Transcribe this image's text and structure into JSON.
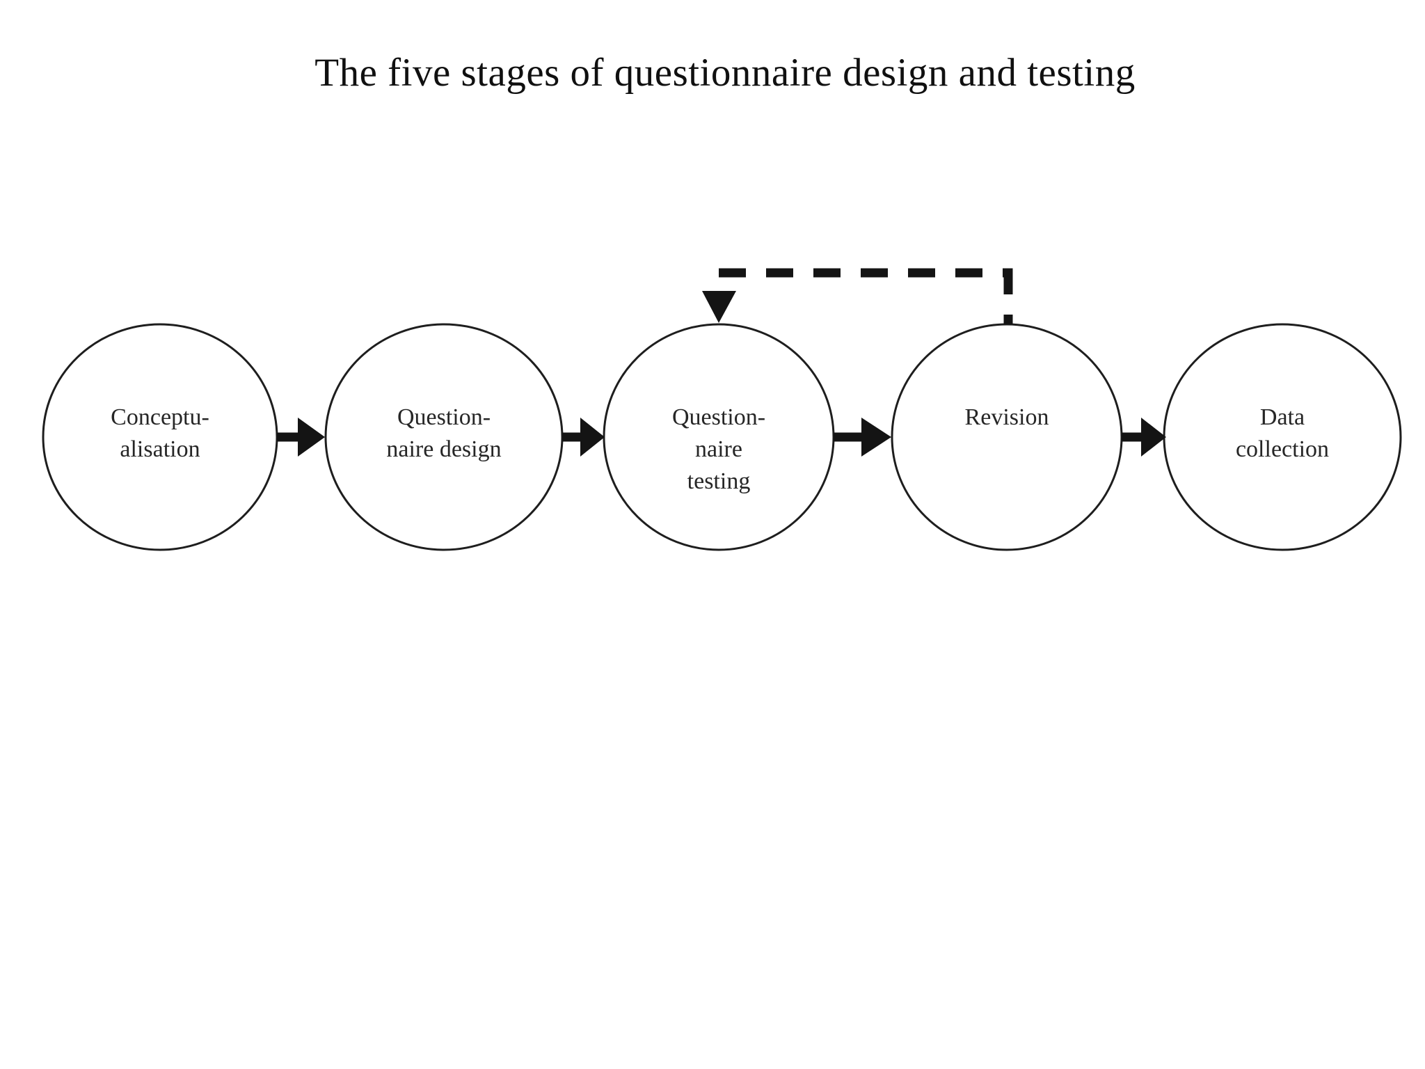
{
  "title": "The five stages of questionnaire design and testing",
  "diagram": {
    "stages": [
      {
        "id": "conceptualisation",
        "label": "Conceptu-\nalisation"
      },
      {
        "id": "questionnaire-design",
        "label": "Question-\nnaire design"
      },
      {
        "id": "questionnaire-testing",
        "label": "Question-\nnaire\ntesting"
      },
      {
        "id": "revision",
        "label": "Revision"
      },
      {
        "id": "data-collection",
        "label": "Data\ncollection"
      }
    ],
    "flow_connections": [
      {
        "from": "conceptualisation",
        "to": "questionnaire-design",
        "style": "solid-arrow"
      },
      {
        "from": "questionnaire-design",
        "to": "questionnaire-testing",
        "style": "solid-arrow"
      },
      {
        "from": "questionnaire-testing",
        "to": "revision",
        "style": "solid-arrow"
      },
      {
        "from": "revision",
        "to": "data-collection",
        "style": "solid-arrow"
      }
    ],
    "feedback_connection": {
      "from": "revision",
      "to": "questionnaire-testing",
      "style": "dashed-arrow"
    }
  },
  "colors": {
    "background": "#ffffff",
    "line": "#141414",
    "node_stroke": "#1e1e1e",
    "text": "#262626",
    "title_text": "#101010"
  }
}
